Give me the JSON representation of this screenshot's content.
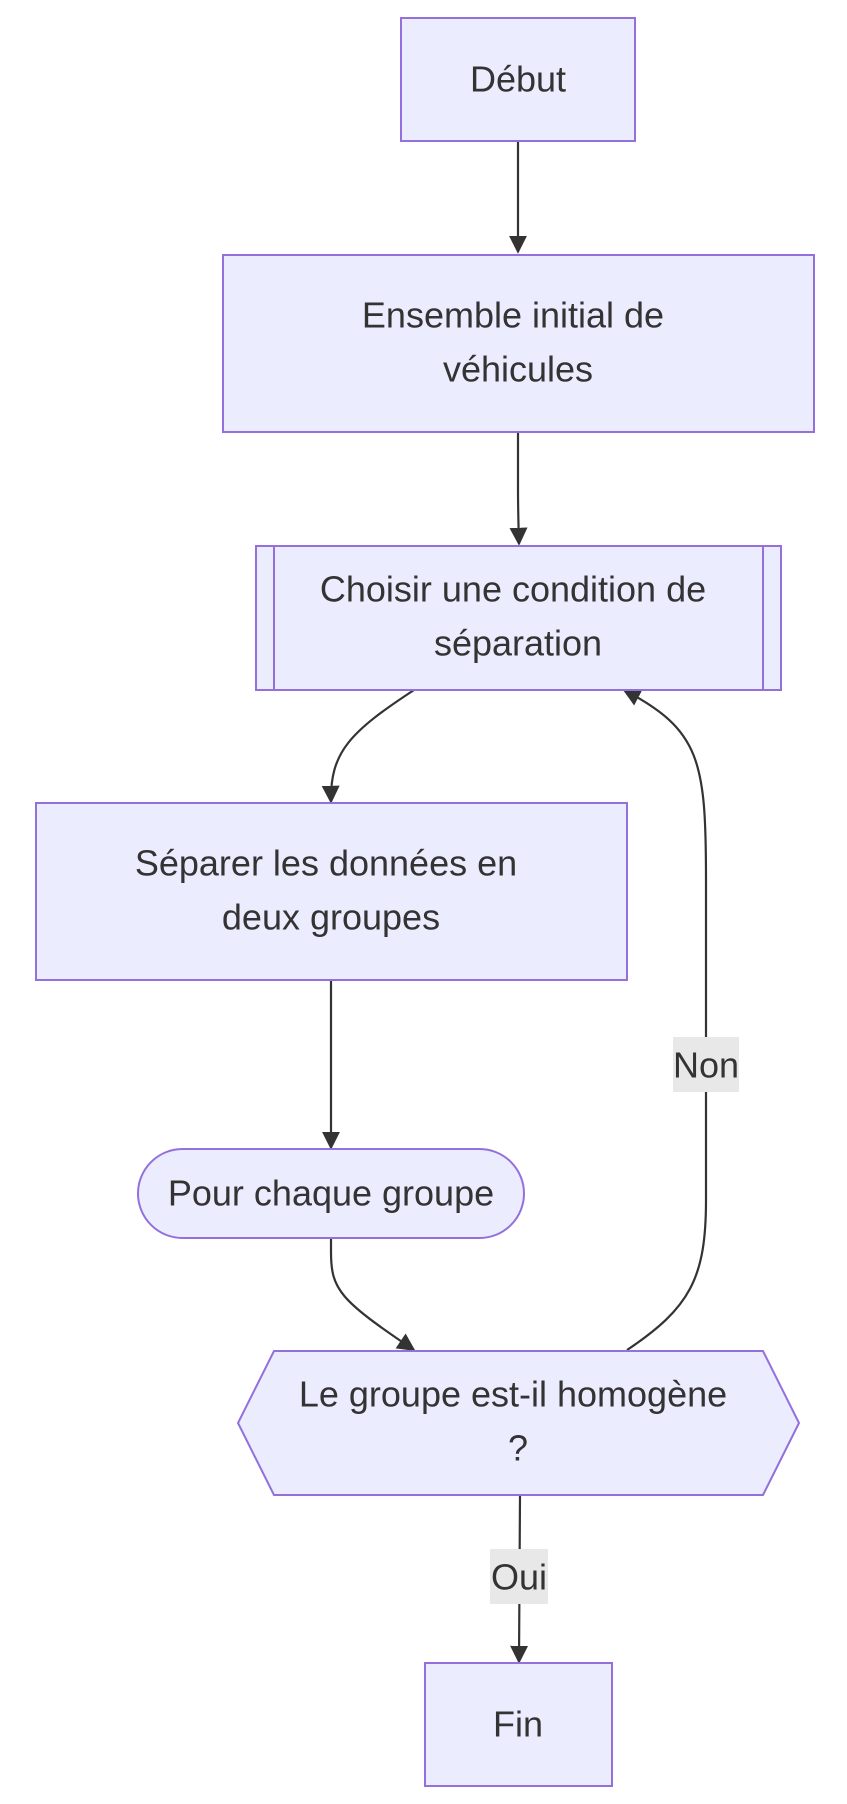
{
  "diagram": {
    "type": "flowchart",
    "nodes": {
      "debut": {
        "label": "Début"
      },
      "ensemble": {
        "line1": "Ensemble initial de",
        "line2": "véhicules"
      },
      "choisir": {
        "line1": "Choisir une condition de",
        "line2": "séparation"
      },
      "separer": {
        "line1": "Séparer les données en",
        "line2": "deux groupes"
      },
      "pour_chaque": {
        "label": "Pour chaque groupe"
      },
      "homogene": {
        "line1": "Le groupe est-il homogène",
        "line2": "?"
      },
      "fin": {
        "label": "Fin"
      }
    },
    "edges": {
      "non_label": "Non",
      "oui_label": "Oui"
    },
    "colors": {
      "node_fill": "#ECECFF",
      "node_stroke": "#9370DB",
      "edge": "#333333",
      "text": "#333333",
      "edge_label_bg": "#E8E8E8"
    }
  }
}
